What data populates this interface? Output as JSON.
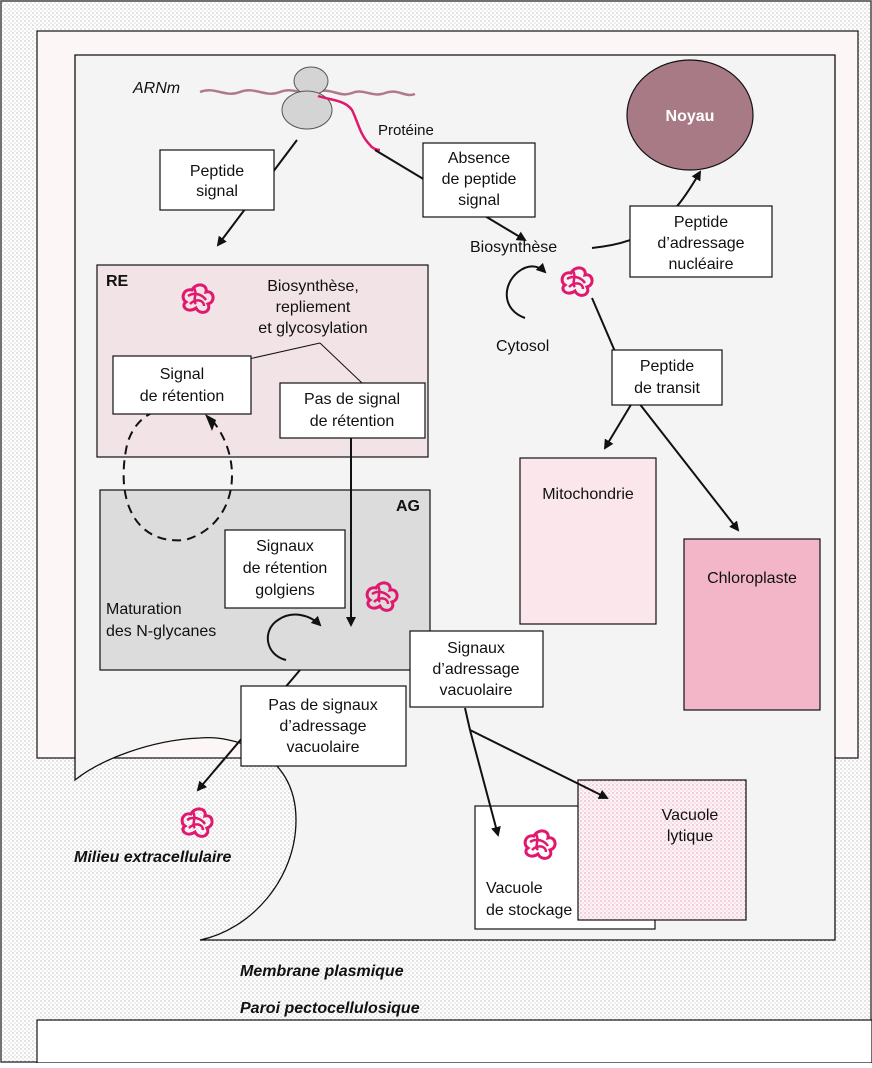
{
  "labels": {
    "arnm": "ARNm",
    "proteine": "Protéine",
    "peptide_signal": [
      "Peptide",
      "signal"
    ],
    "absence_peptide": [
      "Absence",
      "de peptide",
      "signal"
    ],
    "noyau": "Noyau",
    "biosynthese": "Biosynthèse",
    "peptide_adressage_nucleaire": [
      "Peptide",
      "d’adressage",
      "nucléaire"
    ],
    "cytosol": "Cytosol",
    "re": "RE",
    "re_process": [
      "Biosynthèse,",
      "repliement",
      "et glycosylation"
    ],
    "signal_retention": [
      "Signal",
      "de rétention"
    ],
    "pas_signal_retention": [
      "Pas de signal",
      "de rétention"
    ],
    "peptide_transit": [
      "Peptide",
      "de transit"
    ],
    "mitochondrie": "Mitochondrie",
    "chloroplaste": "Chloroplaste",
    "ag": "AG",
    "signaux_retention_golgiens": [
      "Signaux",
      "de rétention",
      "golgiens"
    ],
    "maturation": [
      "Maturation",
      "des N-glycanes"
    ],
    "signaux_adressage_vacuolaire": [
      "Signaux",
      "d’adressage",
      "vacuolaire"
    ],
    "pas_signaux_adressage": [
      "Pas de signaux",
      "d’adressage",
      "vacuolaire"
    ],
    "milieu_extracellulaire": "Milieu extracellulaire",
    "vacuole_stockage": [
      "Vacuole",
      "de stockage"
    ],
    "vacuole_lytique": [
      "Vacuole",
      "lytique"
    ],
    "membrane_plasmique": "Membrane plasmique",
    "paroi": "Paroi pectocellulosique"
  },
  "colors": {
    "page_bg": "#fdf6f7",
    "stipple": "#7a7a7a",
    "cell_bg": "#f4f4f4",
    "re_fill": "#f1e3e6",
    "ag_fill": "#dcdcdc",
    "noyau_fill": "#a87a86",
    "mito_fill": "#fbe6ec",
    "chloro_fill": "#f2b6c8",
    "protein": "#e0196e",
    "mrna": "#b07a8a",
    "vacuole_dots": "#d97a95"
  }
}
